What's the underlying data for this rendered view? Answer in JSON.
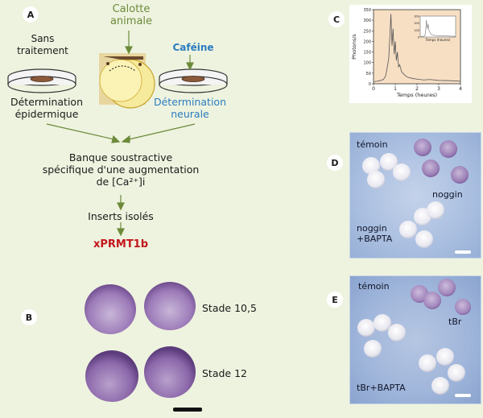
{
  "panels": {
    "a": "A",
    "b": "B",
    "c": "C",
    "d": "D",
    "e": "E"
  },
  "panel_a": {
    "sans_traitement_l1": "Sans",
    "sans_traitement_l2": "traitement",
    "calotte_l1": "Calotte",
    "calotte_l2": "animale",
    "cafeine": "Caféine",
    "det_epi_l1": "Détermination",
    "det_epi_l2": "épidermique",
    "det_neu_l1": "Détermination",
    "det_neu_l2": "neurale",
    "banque_l1": "Banque soustractive",
    "banque_l2": "spécifique d'une augmentation",
    "banque_l3": "de [Ca²⁺]i",
    "inserts": "Inserts isolés",
    "gene": "xPRMT1b",
    "colors": {
      "calotte": "#6c8a3a",
      "cafeine": "#2a7cc0",
      "gene": "#c3161c"
    }
  },
  "panel_b": {
    "stade_1": "Stade 10,5",
    "stade_2": "Stade 12"
  },
  "panel_d": {
    "temoin": "témoin",
    "noggin": "noggin",
    "noggin_bapta_l1": "noggin",
    "noggin_bapta_l2": "+BAPTA"
  },
  "panel_e": {
    "temoin": "témoin",
    "tbr": "tBr",
    "tbr_bapta": "tBr+BAPTA"
  },
  "chart_data": {
    "type": "line",
    "ylabel": "Photons/s",
    "xlabel": "Temps (heures)",
    "ylim": [
      0,
      350
    ],
    "xlim": [
      0,
      4
    ],
    "yticks": [
      0,
      50,
      100,
      150,
      200,
      250,
      300,
      350
    ],
    "xticks": [
      0,
      1,
      2,
      3,
      4
    ],
    "x": [
      0.0,
      0.15,
      0.3,
      0.45,
      0.55,
      0.62,
      0.7,
      0.75,
      0.8,
      0.85,
      0.9,
      0.95,
      1.0,
      1.05,
      1.1,
      1.15,
      1.2,
      1.3,
      1.4,
      1.5,
      1.6,
      1.8,
      2.0,
      2.3,
      2.6,
      3.0,
      3.4,
      3.7,
      4.0
    ],
    "y": [
      10,
      12,
      15,
      20,
      35,
      70,
      120,
      220,
      330,
      180,
      260,
      140,
      200,
      110,
      150,
      80,
      90,
      55,
      45,
      35,
      30,
      25,
      22,
      18,
      20,
      16,
      15,
      14,
      12
    ],
    "inset": {
      "xlabel": "Temps (heures)",
      "ylim": [
        0,
        300
      ],
      "yticks": [
        0,
        100,
        200,
        300
      ],
      "x": [
        0.0,
        0.3,
        0.5,
        0.6,
        0.7,
        0.8,
        0.9,
        1.0,
        1.2,
        1.5,
        2.0,
        2.5,
        3.0,
        3.5,
        4.0
      ],
      "y": [
        8,
        10,
        15,
        60,
        240,
        120,
        180,
        90,
        40,
        25,
        20,
        15,
        14,
        12,
        10
      ]
    }
  }
}
